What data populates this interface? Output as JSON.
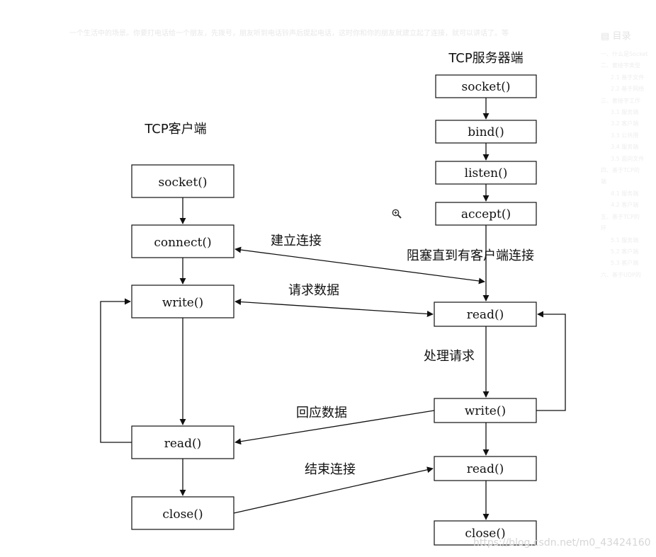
{
  "page": {
    "intro_text": "一个生活中的场景。你要打电话给一个朋友，先拨号，朋友听到电话铃声后提起电话，这时你和你的朋友就建立起了连接，就可以讲话了。等",
    "toc_title": "目录",
    "toc_items": [
      {
        "label": "一、什么是Socket",
        "level": 1
      },
      {
        "label": "二、套接字类型",
        "level": 1
      },
      {
        "label": "2.1 基于文件",
        "level": 2
      },
      {
        "label": "2.2 基于网络",
        "level": 2
      },
      {
        "label": "三、套接字工作",
        "level": 1
      },
      {
        "label": "3.1 服务端",
        "level": 2
      },
      {
        "label": "3.2 客户端",
        "level": 2
      },
      {
        "label": "3.3 公共用",
        "level": 2
      },
      {
        "label": "3.4 服务端",
        "level": 2
      },
      {
        "label": "3.5 面向文件",
        "level": 2
      },
      {
        "label": "四、基于TCP的",
        "level": 1
      },
      {
        "label": "端",
        "level": 1
      },
      {
        "label": "4.1 服务端",
        "level": 2
      },
      {
        "label": "4.2 客户端",
        "level": 2
      },
      {
        "label": "五、基于TCP的",
        "level": 1
      },
      {
        "label": "环",
        "level": 1
      },
      {
        "label": "5.1 服务端",
        "level": 2
      },
      {
        "label": "5.2 客户端",
        "level": 2
      },
      {
        "label": "5.3 客户端",
        "level": 2
      },
      {
        "label": "六、基于UDP的",
        "level": 1
      }
    ],
    "watermark": "https://blog.csdn.net/m0_43424160"
  },
  "diagram": {
    "client_title": "TCP客户端",
    "server_title": "TCP服务器端",
    "client_boxes": [
      "socket()",
      "connect()",
      "write()",
      "read()",
      "close()"
    ],
    "server_boxes": [
      "socket()",
      "bind()",
      "listen()",
      "accept()",
      "read()",
      "write()",
      "read()",
      "close()"
    ],
    "labels": {
      "establish": "建立连接",
      "block": "阻塞直到有客户端连接",
      "request": "请求数据",
      "process": "处理请求",
      "response": "回应数据",
      "end": "结束连接"
    }
  },
  "icons": {
    "zoom": "zoom-in-icon"
  }
}
